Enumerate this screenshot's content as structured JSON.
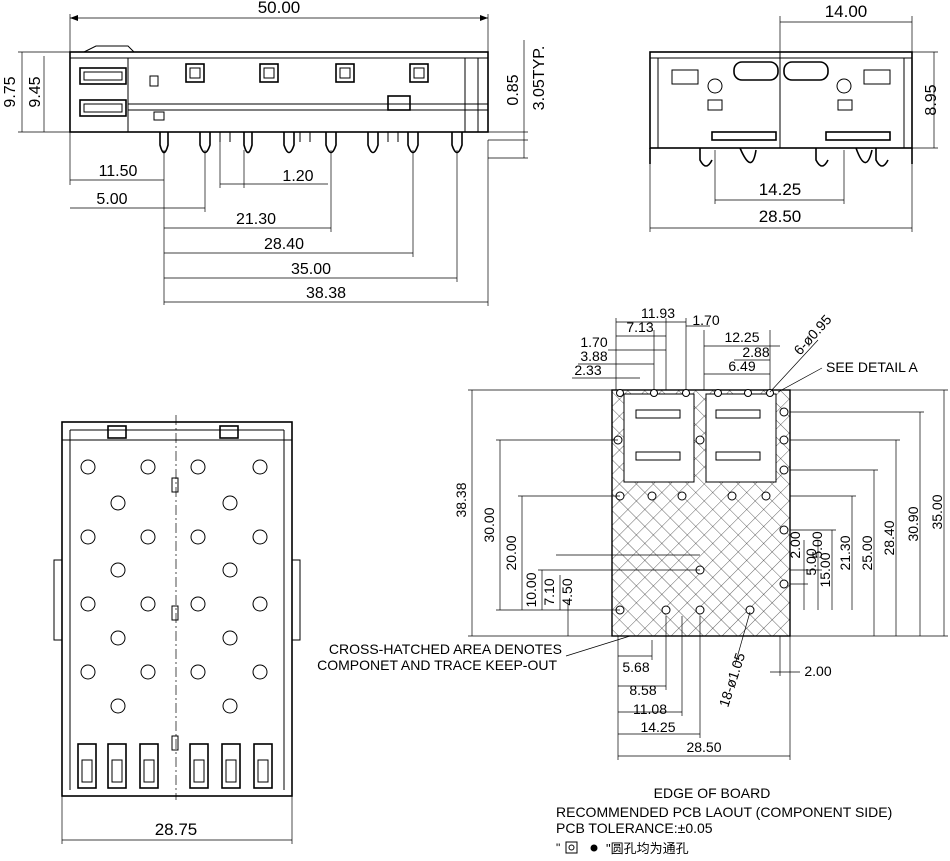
{
  "side_view": {
    "width_label": "50.00",
    "height_labels": [
      "9.75",
      "9.45"
    ],
    "right_labels": [
      "0.85",
      "3.05TYP."
    ],
    "pin_dims": [
      "11.50",
      "5.00",
      "1.20",
      "21.30",
      "28.40",
      "35.00",
      "38.38"
    ]
  },
  "front_view": {
    "top_label": "14.00",
    "right_label": "8.95",
    "mid_label": "14.25",
    "bottom_label": "28.50"
  },
  "bottom_view": {
    "width_label": "28.75"
  },
  "pcb_layout": {
    "top_dims": [
      "11.93",
      "7.13",
      "1.70",
      "1.70",
      "3.88",
      "2.33",
      "12.25",
      "2.88",
      "6.49"
    ],
    "hole_note": "6-ø0.95",
    "detail_note": "SEE DETAIL A",
    "left_dims": [
      "38.38",
      "30.00",
      "20.00",
      "10.00",
      "7.10",
      "4.50"
    ],
    "right_dims": [
      "2.00",
      "5.00",
      "5.00",
      "15.00",
      "21.30",
      "25.00",
      "28.40",
      "30.90",
      "35.00"
    ],
    "bottom_dims": [
      "5.68",
      "8.58",
      "11.08",
      "14.25",
      "28.50",
      "2.00"
    ],
    "large_hole_note": "18-ø1.05",
    "keepout_note": [
      "CROSS-HATCHED AREA DENOTES",
      "COMPONET AND TRACE KEEP-OUT"
    ],
    "edge_label": "EDGE OF BOARD",
    "caption": "RECOMMENDED PCB LAOUT (COMPONENT SIDE)",
    "tolerance": "PCB TOLERANCE:±0.05",
    "legend_note": "\"圆孔均为通孔"
  }
}
